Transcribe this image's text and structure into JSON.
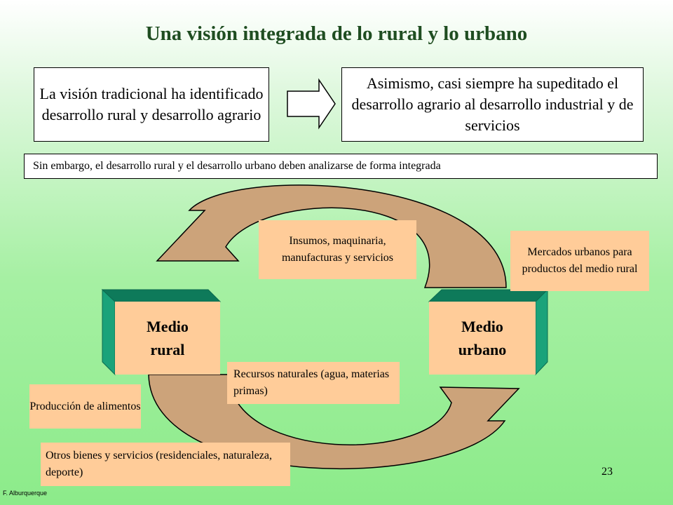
{
  "title": "Una visión integrada de lo rural y lo urbano",
  "top_left_text": "La visión tradicional ha identificado desarrollo rural y desarrollo agrario",
  "top_right_text": "Asimismo, casi siempre ha supeditado el desarrollo agrario al desarrollo industrial y de servicios",
  "bottom_banner_text": "Sin embargo, el desarrollo rural y el desarrollo urbano deben analizarse de forma integrada",
  "nodes": {
    "rural": "Medio\nrural",
    "urbano": "Medio\nurbano"
  },
  "labels": {
    "insumos": "Insumos, maquinaria, manufacturas y servicios",
    "mercados": "Mercados urbanos para productos del medio rural",
    "recursos": "Recursos naturales (agua, materias primas)",
    "produccion": "Producción de alimentos",
    "otros": "Otros bienes y servicios (residenciales, naturaleza, deporte)"
  },
  "page_number": "23",
  "author": "F. Alburquerque",
  "colors": {
    "title": "#1f4d21",
    "arrow_fill": "#cca37a",
    "label_fill": "#ffcc99",
    "node_front": "#ffcc99",
    "node_side": "#1aa37a",
    "node_top": "#0e7a5a"
  }
}
